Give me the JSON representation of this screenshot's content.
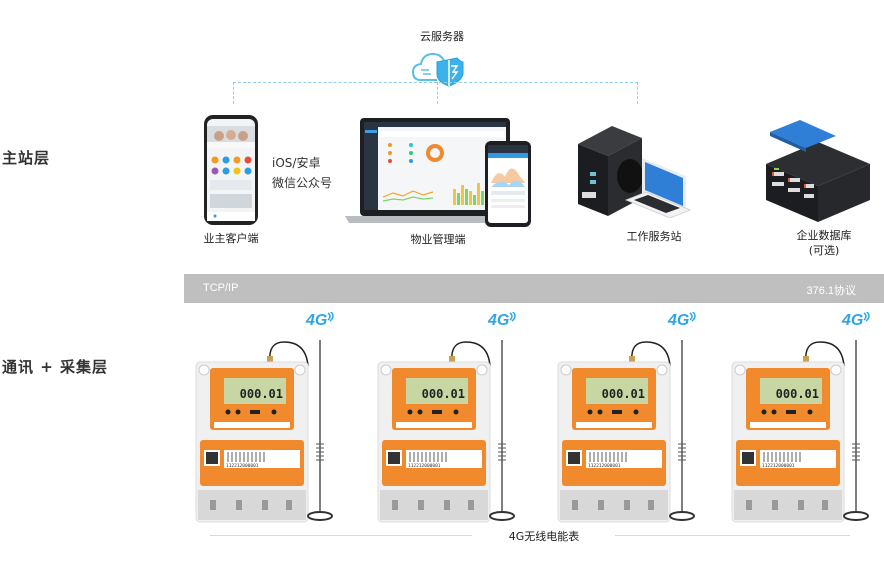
{
  "cloud": {
    "label": "云服务器",
    "icon": "cloud-shield-icon"
  },
  "layers": {
    "master": "主站层",
    "comm": "通讯 + 采集层"
  },
  "master_nodes": [
    {
      "label": "业主客户端",
      "icon": "smartphone-icon"
    },
    {
      "label": "物业管理端",
      "icon": "laptop-phone-icon"
    },
    {
      "label": "工作服务站",
      "icon": "workstation-icon"
    },
    {
      "label": "企业数据库",
      "sublabel": "(可选)",
      "icon": "database-server-icon"
    }
  ],
  "client_platforms": {
    "line1": "iOS/安卓",
    "line2": "微信公众号"
  },
  "protocol_bar": {
    "left": "TCP/IP",
    "right": "376.1协议"
  },
  "meters": [
    {
      "badge": "4G",
      "reading": "000.01",
      "serial": "112212000001"
    },
    {
      "badge": "4G",
      "reading": "000.01",
      "serial": "112212000001"
    },
    {
      "badge": "4G",
      "reading": "000.01",
      "serial": "112212000001"
    },
    {
      "badge": "4G",
      "reading": "000.01",
      "serial": "112212000001"
    }
  ],
  "meter_caption": "4G无线电能表",
  "colors": {
    "accent": "#2aa6e8",
    "meter_orange": "#f08a2c",
    "bar_gray": "#bfbfbf",
    "lcd": "#c7d6a3"
  }
}
